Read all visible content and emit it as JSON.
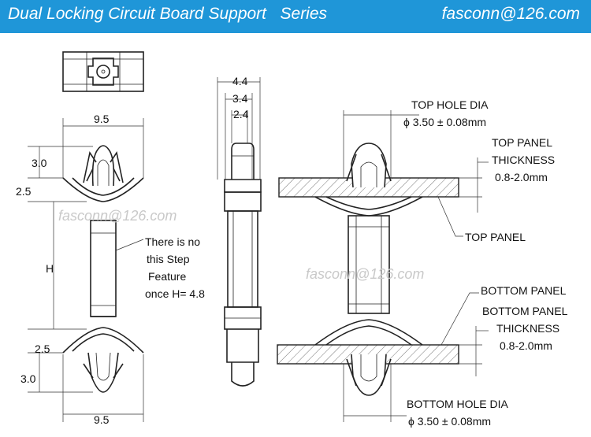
{
  "header": {
    "title": "Dual Locking Circuit Board Support   Series",
    "email": "fasconn@126.com"
  },
  "watermark": "fasconn@126.com",
  "left_view": {
    "width_top": "9.5",
    "width_bottom": "9.5",
    "dim_3_0_top": "3.0",
    "dim_2_5_top": "2.5",
    "dim_h": "H",
    "dim_2_5_bottom": "2.5",
    "dim_3_0_bottom": "3.0",
    "note_line1": "There is no",
    "note_line2": "this Step",
    "note_line3": "Feature",
    "note_line4": "once H= 4.8"
  },
  "middle_view": {
    "dim_outer": "4.4",
    "dim_mid": "3.4",
    "dim_inner": "2.4"
  },
  "right_view": {
    "top_hole_line1": "TOP HOLE DIA",
    "top_hole_line2": "ϕ 3.50 ± 0.08mm",
    "top_panel_thk1": "TOP PANEL",
    "top_panel_thk2": "THICKNESS",
    "top_panel_thk3": "0.8-2.0mm",
    "top_panel": "TOP PANEL",
    "bottom_panel": "BOTTOM PANEL",
    "bottom_panel_thk1": "BOTTOM PANEL",
    "bottom_panel_thk2": "THICKNESS",
    "bottom_panel_thk3": "0.8-2.0mm",
    "bottom_hole_line1": "BOTTOM HOLE DIA",
    "bottom_hole_line2": "ϕ 3.50 ± 0.08mm"
  }
}
